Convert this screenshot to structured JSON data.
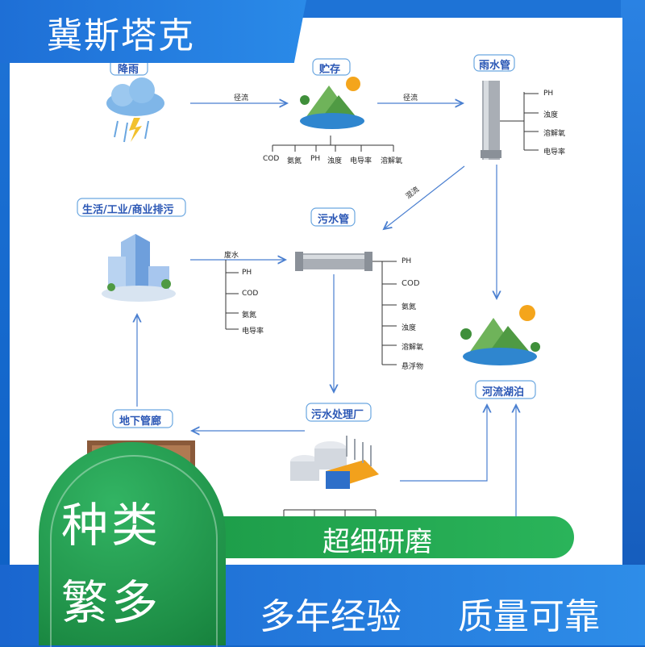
{
  "brand": "冀斯塔克",
  "nodes": {
    "rain": "降雨",
    "storage": "贮存",
    "rain_pipe": "雨水管",
    "domestic": "生活/工业/商业排污",
    "sewage_pipe": "污水管",
    "river": "河流湖泊",
    "tunnel": "地下管廊",
    "plant": "污水处理厂"
  },
  "edges": {
    "runoff_1": "径流",
    "runoff_2": "径流",
    "mixed": "混流",
    "waste": "废水"
  },
  "storage_params": [
    "COD",
    "氨氮",
    "PH",
    "浊度",
    "电导率",
    "溶解氧"
  ],
  "rain_pipe_params": [
    "PH",
    "浊度",
    "溶解氧",
    "电导率"
  ],
  "waste_params": [
    "PH",
    "COD",
    "氨氮",
    "电导率"
  ],
  "sewage_pipe_params": [
    "PH",
    "COD",
    "氨氮",
    "浊度",
    "溶解氧",
    "悬浮物"
  ],
  "banner": {
    "green": "超细研磨",
    "bottom_left": "多年经验",
    "bottom_right": "质量可靠"
  },
  "badge": {
    "line1": "种类",
    "line2": "繁多"
  },
  "colors": {
    "accent_blue": "#1e6fd6",
    "green": "#1f9148",
    "title_blue": "#2b57b5"
  }
}
